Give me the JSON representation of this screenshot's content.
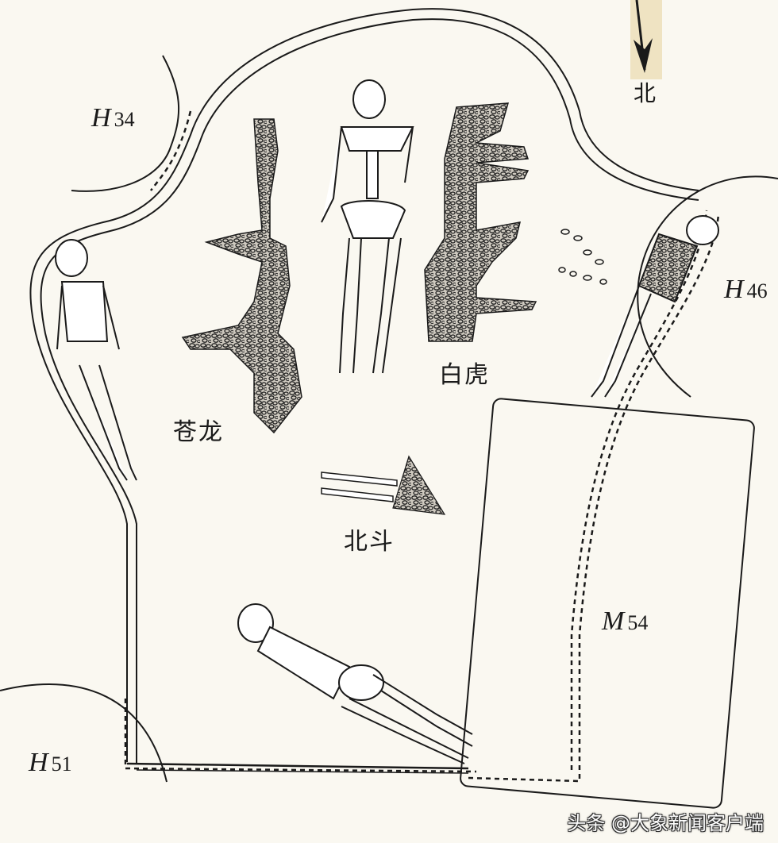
{
  "figure": {
    "description": "Burial site plan with mosaic figures",
    "north_arrow": {
      "label": "北",
      "icon": "north-arrow-icon"
    },
    "features": [
      {
        "id": "H34",
        "letter": "H",
        "number": "34"
      },
      {
        "id": "H46",
        "letter": "H",
        "number": "46"
      },
      {
        "id": "H51",
        "letter": "H",
        "number": "51"
      },
      {
        "id": "M54",
        "letter": "M",
        "number": "54"
      }
    ],
    "figure_labels": {
      "azure_dragon": "苍龙",
      "white_tiger": "白虎",
      "big_dipper": "北斗"
    },
    "colors": {
      "background": "#faf8f1",
      "ink": "#1a1a1a",
      "arrow_strip": "#efe3c2"
    }
  },
  "watermark": {
    "text": "头条 @大象新闻客户端"
  }
}
